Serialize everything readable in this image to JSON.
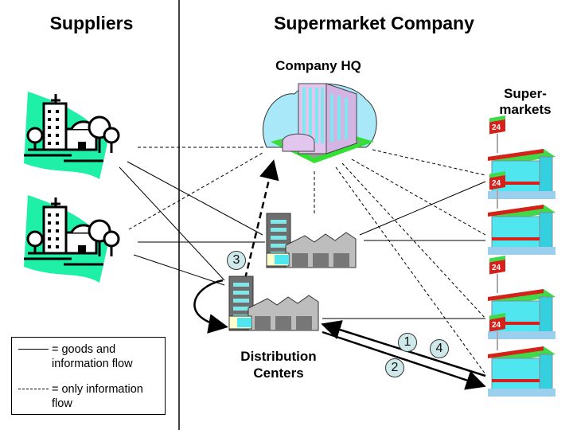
{
  "titles": {
    "left": "Suppliers",
    "right": "Supermarket Company"
  },
  "labels": {
    "hq": "Company HQ",
    "supermarkets_line1": "Super-",
    "supermarkets_line2": "markets",
    "dc_line1": "Distribution",
    "dc_line2": "Centers"
  },
  "legend": {
    "solid_text": "= goods and\ninformation flow",
    "dashed_text": "= only information\nflow"
  },
  "steps": [
    "1",
    "2",
    "3",
    "4"
  ],
  "colors": {
    "supplier_wave": "#1ef0a8",
    "hq_sky": "#a8e8f8",
    "hq_building": "#e2c6ee",
    "grass": "#33e033",
    "store_glass": "#4fe6f0",
    "store_red": "#d8201a",
    "store_green": "#3fd94a",
    "warehouse_gray": "#a9a9a9",
    "badge_fill": "#cfe8ea"
  }
}
